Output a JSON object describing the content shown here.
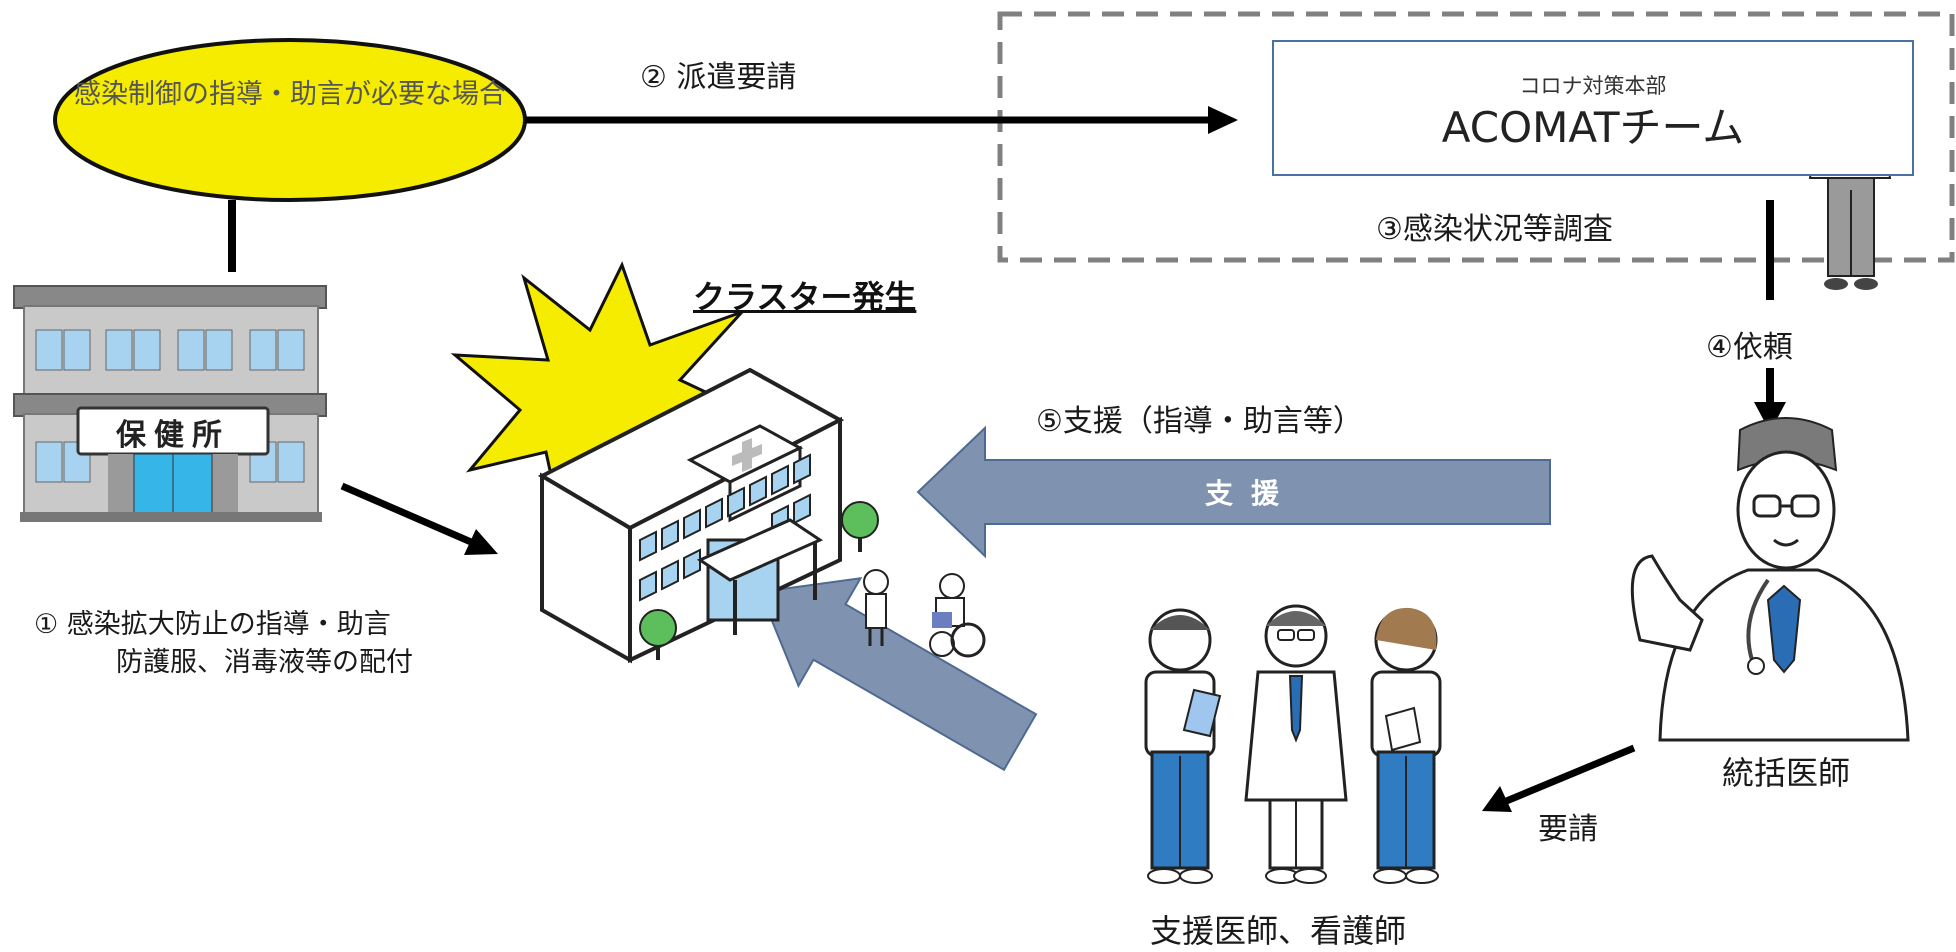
{
  "health_center": {
    "sign": "保健所",
    "ellipse_text": "感染制御の指導・助言が必要な場合",
    "step1_line1": "① 感染拡大防止の指導・助言",
    "step1_line2": "防護服、消毒液等の配付"
  },
  "dispatch_request": "② 派遣要請",
  "acomat": {
    "small": "コロナ対策本部",
    "title": "ACOMATチーム",
    "survey": "③感染状況等調査"
  },
  "request_4": "④依頼",
  "support_5": "⑤支援（指導・助言等）",
  "arrow_support_label": "支援",
  "cluster_label": "クラスター発生",
  "supervising_doctor": "統括医師",
  "request_label": "要請",
  "support_staff": "支援医師、看護師",
  "colors": {
    "ellipse_fill": "#f5ec00",
    "ellipse_text": "#555555",
    "arrow_fill": "#7f93b0",
    "arrow_stroke": "#4f6a91",
    "acomat_border": "#4a6fa5",
    "dashed_border": "#808080"
  }
}
